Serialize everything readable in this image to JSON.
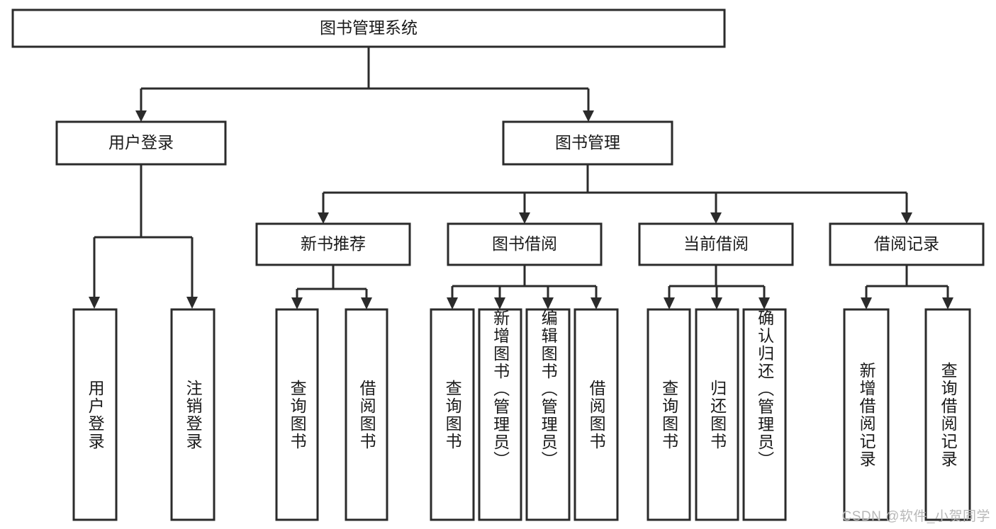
{
  "diagram": {
    "title": "图书管理系统",
    "type": "tree",
    "root": {
      "id": "root",
      "label": "图书管理系统",
      "orientation": "horizontal"
    },
    "level2": [
      {
        "id": "user-login",
        "label": "用户登录",
        "orientation": "horizontal"
      },
      {
        "id": "book-management",
        "label": "图书管理",
        "orientation": "horizontal"
      }
    ],
    "level3": [
      {
        "id": "new-book-recommend",
        "label": "新书推荐",
        "orientation": "horizontal",
        "parent": "book-management"
      },
      {
        "id": "book-borrow",
        "label": "图书借阅",
        "orientation": "horizontal",
        "parent": "book-management"
      },
      {
        "id": "current-borrow",
        "label": "当前借阅",
        "orientation": "horizontal",
        "parent": "book-management"
      },
      {
        "id": "borrow-record",
        "label": "借阅记录",
        "orientation": "horizontal",
        "parent": "book-management"
      }
    ],
    "leaves": [
      {
        "id": "leaf-user-login",
        "label": "用户登录",
        "parent": "user-login",
        "orientation": "vertical"
      },
      {
        "id": "leaf-logout",
        "label": "注销登录",
        "parent": "user-login",
        "orientation": "vertical"
      },
      {
        "id": "leaf-query-book-1",
        "label": "查询图书",
        "parent": "new-book-recommend",
        "orientation": "vertical"
      },
      {
        "id": "leaf-borrow-book-1",
        "label": "借阅图书",
        "parent": "new-book-recommend",
        "orientation": "vertical"
      },
      {
        "id": "leaf-query-book-2",
        "label": "查询图书",
        "parent": "book-borrow",
        "orientation": "vertical"
      },
      {
        "id": "leaf-add-book",
        "label": "新增图书（管理员）",
        "parent": "book-borrow",
        "orientation": "vertical"
      },
      {
        "id": "leaf-edit-book",
        "label": "编辑图书（管理员）",
        "parent": "book-borrow",
        "orientation": "vertical"
      },
      {
        "id": "leaf-borrow-book-2",
        "label": "借阅图书",
        "parent": "book-borrow",
        "orientation": "vertical"
      },
      {
        "id": "leaf-query-book-3",
        "label": "查询图书",
        "parent": "current-borrow",
        "orientation": "vertical"
      },
      {
        "id": "leaf-return-book",
        "label": "归还图书",
        "parent": "current-borrow",
        "orientation": "vertical"
      },
      {
        "id": "leaf-confirm-return",
        "label": "确认归还（管理员）",
        "parent": "current-borrow",
        "orientation": "vertical"
      },
      {
        "id": "leaf-add-record",
        "label": "新增借阅记录",
        "parent": "borrow-record",
        "orientation": "vertical"
      },
      {
        "id": "leaf-query-record",
        "label": "查询借阅记录",
        "parent": "borrow-record",
        "orientation": "vertical"
      }
    ],
    "colors": {
      "stroke": "#2b2b2b",
      "fill": "#ffffff",
      "text": "#1a1a1a",
      "watermark": "#b8b8b8"
    }
  },
  "watermark": {
    "text": "CSDN @软件_小贺同学"
  }
}
